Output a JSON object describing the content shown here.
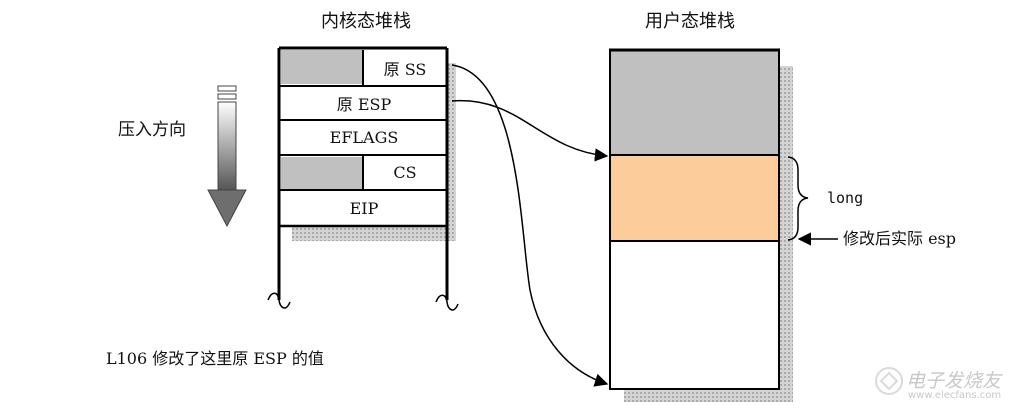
{
  "kernel_stack": {
    "title": "内核态堆栈",
    "cells": [
      "原 SS",
      "原 ESP",
      "EFLAGS",
      "CS",
      "EIP"
    ]
  },
  "user_stack": {
    "title": "用户态堆栈"
  },
  "push_direction_label": "压入方向",
  "brace_label": "long",
  "esp_label": "修改后实际 esp",
  "caption": "L106 修改了这里原 ESP 的值",
  "watermark": {
    "text": "电子发烧友",
    "url": "www.elecfans.com"
  },
  "colors": {
    "gray_fill": "#c0c0c0",
    "orange_fill": "#fdcc9b",
    "shadow": "#c9c9c9",
    "line": "#000000"
  }
}
